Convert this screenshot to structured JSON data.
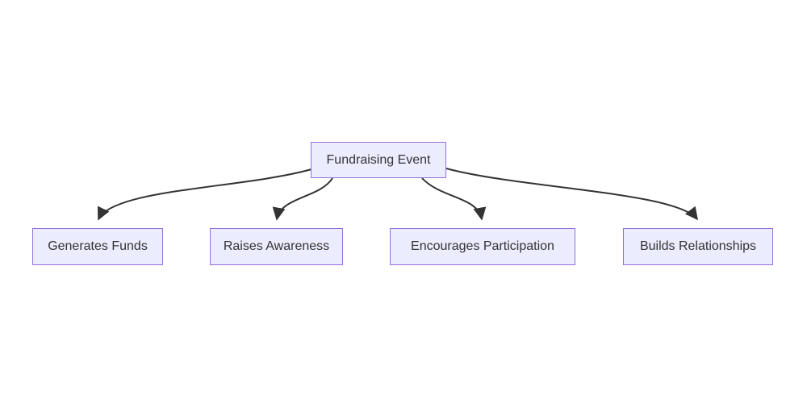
{
  "diagram": {
    "type": "flowchart",
    "direction": "top-down",
    "root": {
      "id": "fundraising-event",
      "label": "Fundraising Event"
    },
    "children": [
      {
        "id": "generates-funds",
        "label": "Generates Funds"
      },
      {
        "id": "raises-awareness",
        "label": "Raises Awareness"
      },
      {
        "id": "encourages-participation",
        "label": "Encourages Participation"
      },
      {
        "id": "builds-relationships",
        "label": "Builds Relationships"
      }
    ],
    "edges": [
      {
        "from": "Fundraising Event",
        "to": "Generates Funds",
        "arrow": "filled-triangle"
      },
      {
        "from": "Fundraising Event",
        "to": "Raises Awareness",
        "arrow": "filled-triangle"
      },
      {
        "from": "Fundraising Event",
        "to": "Encourages Participation",
        "arrow": "filled-triangle"
      },
      {
        "from": "Fundraising Event",
        "to": "Builds Relationships",
        "arrow": "filled-triangle"
      }
    ],
    "colors": {
      "node_fill": "#ECECFF",
      "node_border": "#9370DB",
      "edge": "#333333",
      "text": "#333333",
      "background": "#FFFFFF"
    }
  }
}
